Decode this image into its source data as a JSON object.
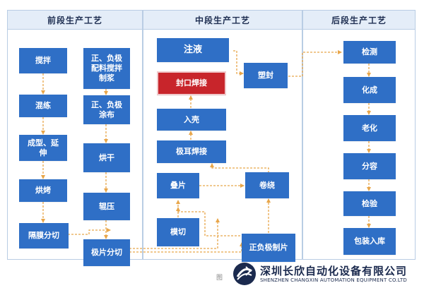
{
  "sections": {
    "front": "前段生产工艺",
    "middle": "中段生产工艺",
    "back": "后段生产工艺"
  },
  "nodes": {
    "jiaoban": "搅拌",
    "hunlian": "混练",
    "chengxing": "成型、延\n伸",
    "hongkao": "烘烤",
    "gemo": "隔膜分切",
    "peiliao": "正、负极\n配料搅拌\n制浆",
    "tubu": "正、负极\n涂布",
    "honggan": "烘干",
    "gunya": "辊压",
    "jipian": "极片分切",
    "zhuye": "注液",
    "fengkou": "封口焊接",
    "suofeng": "塑封",
    "ruke": "入壳",
    "jier": "极耳焊接",
    "diepian": "叠片",
    "juanrao": "卷绕",
    "moqie": "模切",
    "zhengfuji": "正负极制片",
    "jiance": "检测",
    "huacheng": "化成",
    "laohua": "老化",
    "fenrong": "分容",
    "jianyan": "检验",
    "baozhuang": "包装入库"
  },
  "footer": {
    "mark": "图",
    "company_cn": "深圳长欣自动化设备有限公司",
    "company_en": "SHENZHEN CHANGXIN AUTOMATION EQUIPMENT CO.LTD"
  },
  "colors": {
    "node": "#2f6fc6",
    "highlight": "#c8252b",
    "arrow": "#e8a64a",
    "border": "#b9cde4"
  }
}
